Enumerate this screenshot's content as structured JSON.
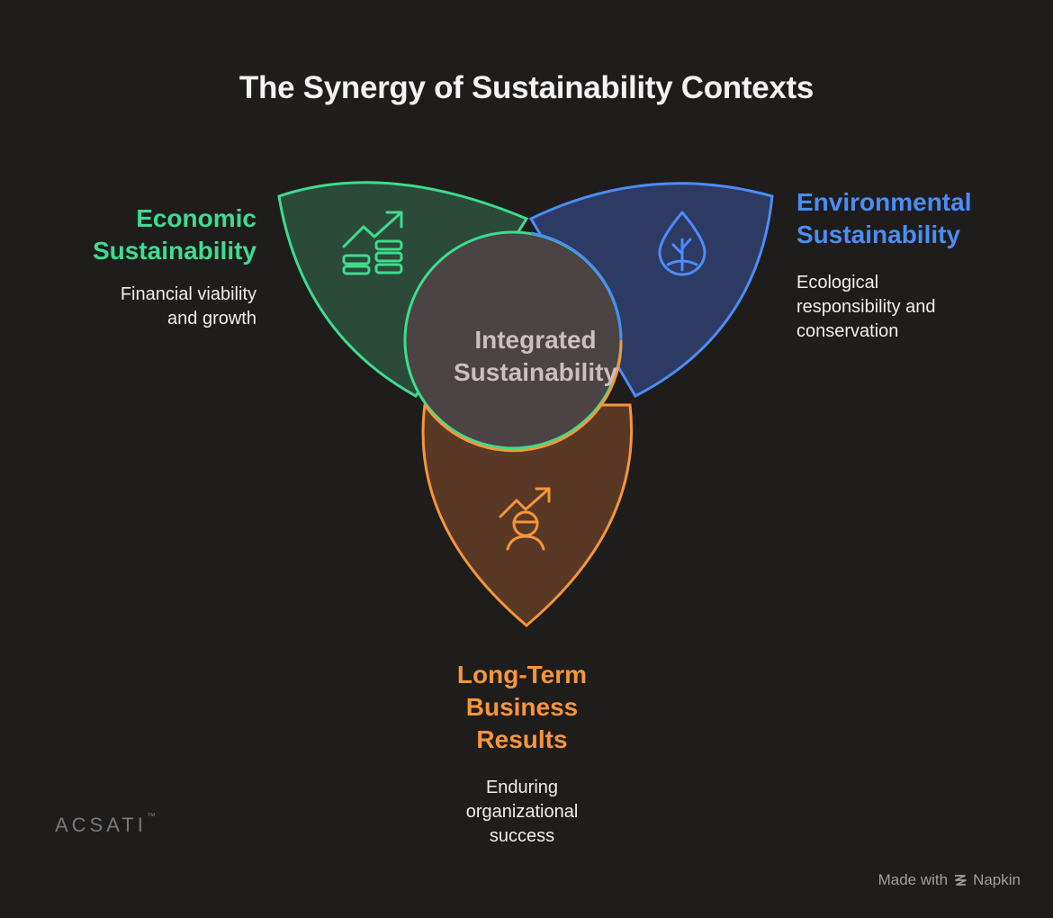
{
  "title": "The Synergy of Sustainability Contexts",
  "center": {
    "line1": "Integrated",
    "line2": "Sustainability"
  },
  "economic": {
    "title_line1": "Economic",
    "title_line2": "Sustainability",
    "desc_line1": "Financial viability",
    "desc_line2": "and growth",
    "icon": "coins-growth-icon",
    "color": "#3ddc8f"
  },
  "environmental": {
    "title_line1": "Environmental",
    "title_line2": "Sustainability",
    "desc_line1": "Ecological",
    "desc_line2": "responsibility and",
    "desc_line3": "conservation",
    "icon": "water-drop-tree-icon",
    "color": "#4b8df5"
  },
  "longterm": {
    "title_line1": "Long-Term",
    "title_line2": "Business",
    "title_line3": "Results",
    "desc_line1": "Enduring",
    "desc_line2": "organizational",
    "desc_line3": "success",
    "icon": "person-growth-icon",
    "color": "#f5963a"
  },
  "watermark": "ACSATI",
  "watermark_mark": "™",
  "credit": {
    "made_with": "Made with",
    "brand": "Napkin"
  }
}
